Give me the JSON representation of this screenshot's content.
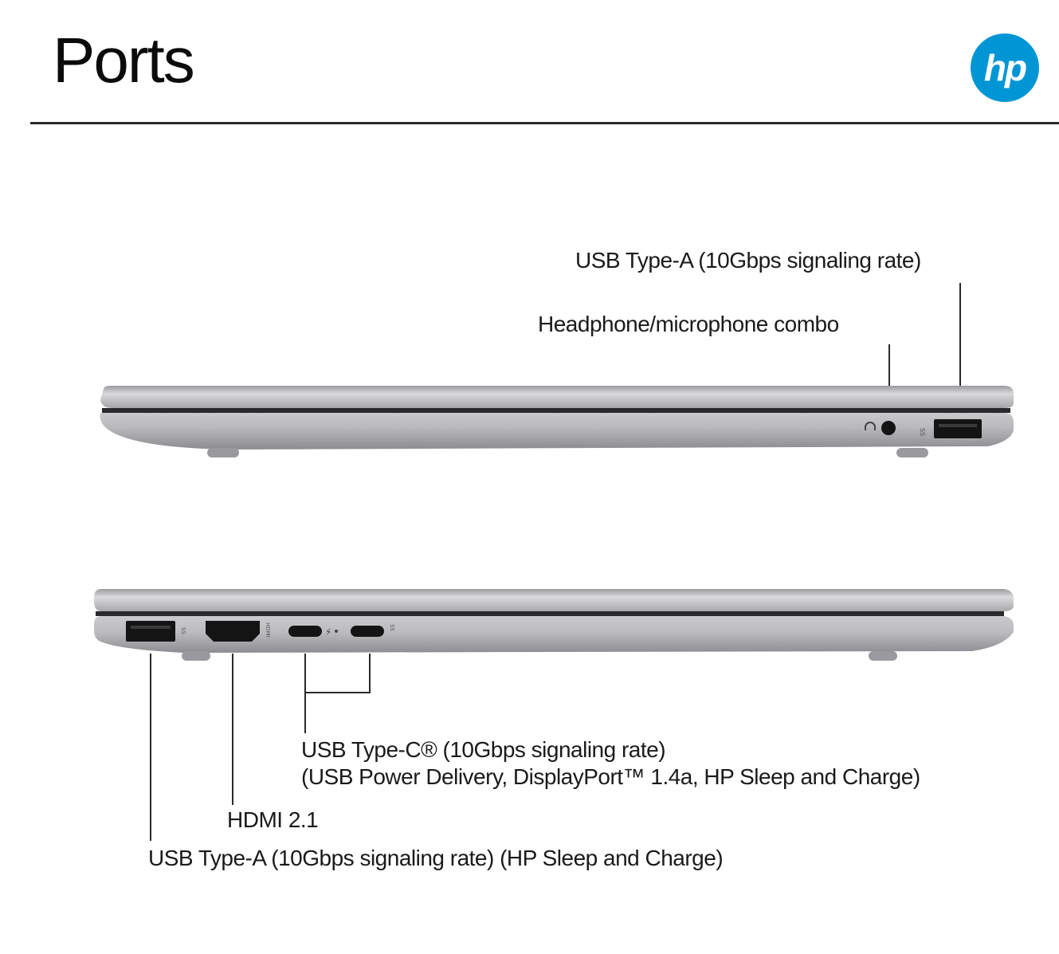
{
  "header": {
    "title": "Ports",
    "brand_logo": "hp-logo",
    "brand_color": "#0096D6"
  },
  "right_side_view": {
    "labels": [
      {
        "id": "usb-a-right",
        "text": "USB Type-A (10Gbps signaling rate)"
      },
      {
        "id": "audio-jack",
        "text": "Headphone/microphone combo"
      }
    ],
    "ports": [
      "headphone-icon",
      "audio-jack",
      "superspeed-usb-icon",
      "usb-a-port"
    ]
  },
  "left_side_view": {
    "labels": [
      {
        "id": "usb-c",
        "line1": "USB Type-C® (10Gbps signaling rate)",
        "line2": "(USB Power Delivery, DisplayPort™ 1.4a, HP Sleep and Charge)"
      },
      {
        "id": "hdmi",
        "text": "HDMI 2.1"
      },
      {
        "id": "usb-a-left",
        "text": "USB Type-A (10Gbps signaling rate) (HP Sleep and Charge)"
      }
    ],
    "ports": [
      "usb-a-port",
      "superspeed-usb-icon",
      "hdmi-port",
      "hdmi-icon",
      "usb-c-port",
      "thunderbolt-icon",
      "usb-c-port",
      "superspeed-usb-icon"
    ]
  },
  "colors": {
    "chassis_light": "#d4d4d6",
    "chassis_mid": "#b4b4b7",
    "chassis_dark": "#8e8e92",
    "port": "#151515",
    "line": "#2a2a2a"
  }
}
